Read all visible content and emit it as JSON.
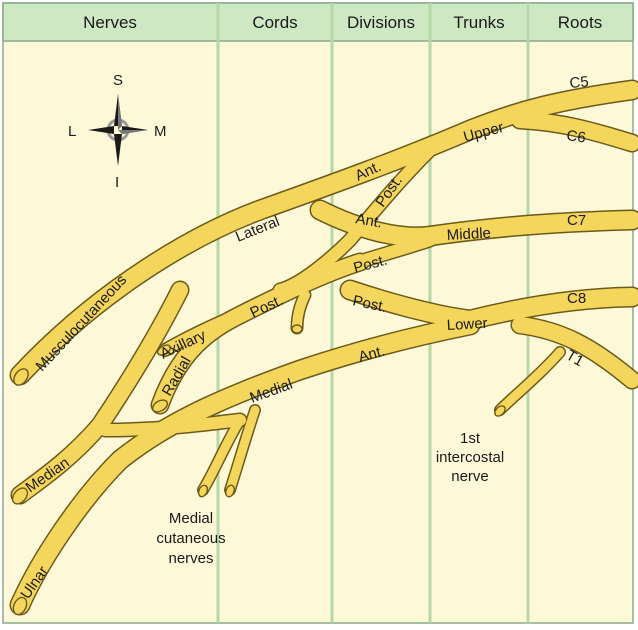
{
  "headers": [
    "Nerves",
    "Cords",
    "Divisions",
    "Trunks",
    "Roots"
  ],
  "compass": {
    "north": "S",
    "south": "I",
    "west": "L",
    "east": "M"
  },
  "roots": [
    "C5",
    "C6",
    "C7",
    "C8",
    "T1"
  ],
  "trunks": {
    "upper": "Upper",
    "middle": "Middle",
    "lower": "Lower"
  },
  "divisions": {
    "ant": "Ant.",
    "post": "Post."
  },
  "cords": {
    "lateral": "Lateral",
    "posterior": "Post.",
    "medial": "Medial"
  },
  "nerves": {
    "musculocutaneous": "Musculocutaneous",
    "axillary": "Axillary",
    "radial": "Radial",
    "median": "Median",
    "ulnar": "Ulnar"
  },
  "annotations": {
    "intercostal": [
      "1st",
      "intercostal",
      "nerve"
    ],
    "medial_cutaneous": [
      "Medial",
      "cutaneous",
      "nerves"
    ]
  },
  "colors": {
    "background": "#fdf9d8",
    "header": "#cfe8c4",
    "column_line": "#b5d9a6",
    "nerve": "#f5d65c",
    "nerve_edge": "#6b5a1a"
  }
}
